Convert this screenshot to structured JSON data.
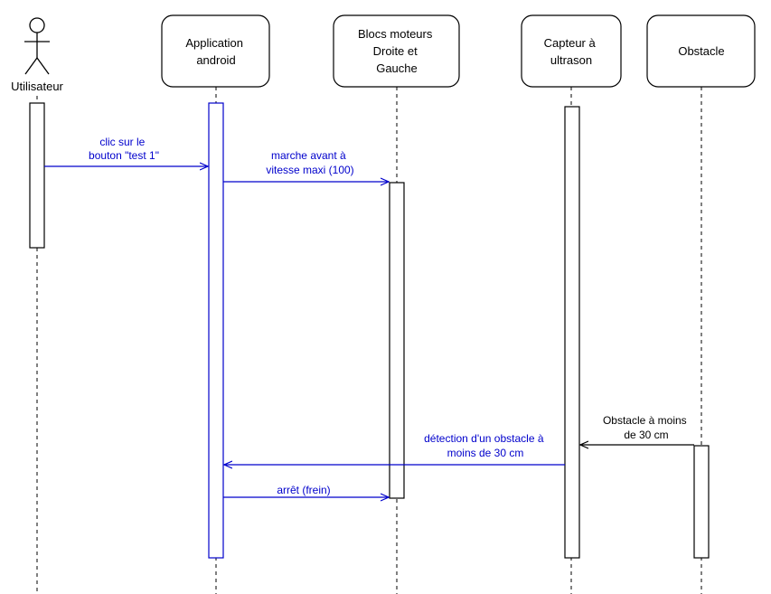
{
  "colors": {
    "line": "#000000",
    "message": "#0000cc",
    "activation_app": "#0000cc"
  },
  "actor": {
    "label": "Utilisateur",
    "icon": "stick-figure-icon"
  },
  "participants": [
    {
      "line1": "Application",
      "line2": "android",
      "line3": ""
    },
    {
      "line1": "Blocs moteurs",
      "line2": "Droite et",
      "line3": "Gauche"
    },
    {
      "line1": "Capteur à",
      "line2": "ultrason",
      "line3": ""
    },
    {
      "line1": "Obstacle",
      "line2": "",
      "line3": ""
    }
  ],
  "messages": [
    {
      "line1": "clic sur le",
      "line2": "bouton \"test 1\""
    },
    {
      "line1": "marche avant à",
      "line2": "vitesse maxi (100)"
    },
    {
      "line1": "Obstacle à moins",
      "line2": "de 30 cm"
    },
    {
      "line1": "détection d'un obstacle à",
      "line2": "moins de 30 cm"
    },
    {
      "line1": "arrêt (frein)",
      "line2": ""
    }
  ]
}
